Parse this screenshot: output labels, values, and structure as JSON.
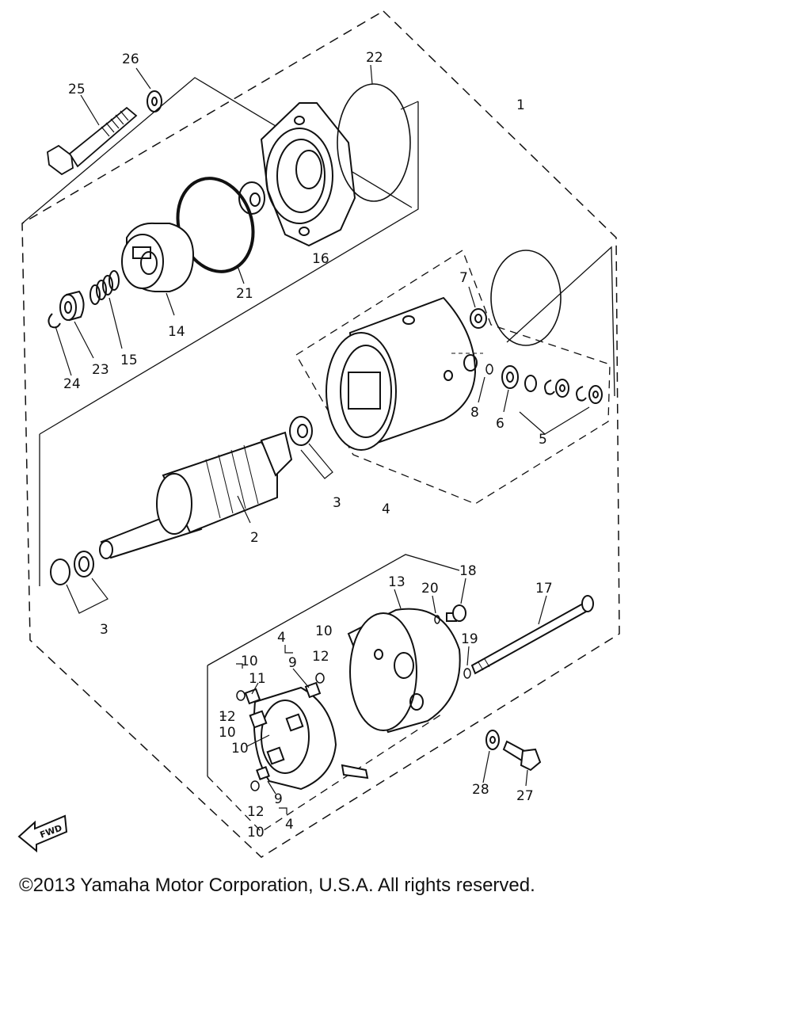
{
  "callouts": {
    "c1": "1",
    "c2": "2",
    "c3a": "3",
    "c3b": "3",
    "c4a": "4",
    "c4b": "4",
    "c4c": "4",
    "c5": "5",
    "c6": "6",
    "c7": "7",
    "c8": "8",
    "c9a": "9",
    "c9b": "9",
    "c10a": "10",
    "c10b": "10",
    "c10c": "10",
    "c10d": "10",
    "c10e": "10",
    "c11": "11",
    "c12a": "12",
    "c12b": "12",
    "c12c": "12",
    "c13": "13",
    "c14": "14",
    "c15": "15",
    "c16": "16",
    "c17": "17",
    "c18": "18",
    "c19": "19",
    "c20": "20",
    "c21": "21",
    "c22": "22",
    "c23": "23",
    "c24": "24",
    "c25": "25",
    "c26": "26",
    "c27": "27",
    "c28": "28"
  },
  "fwd_label": "FWD",
  "copyright": "©2013 Yamaha Motor Corporation, U.S.A. All rights reserved.",
  "colors": {
    "ink": "#111111",
    "background": "#ffffff"
  }
}
